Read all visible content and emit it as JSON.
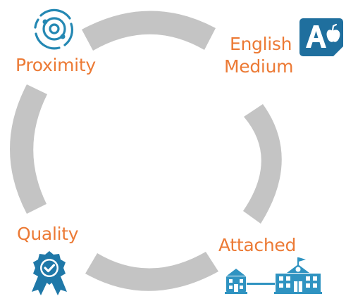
{
  "labels": {
    "proximity": "Proximity",
    "english": "English",
    "medium": "Medium",
    "quality": "Quality",
    "attached": "Attached"
  },
  "colors": {
    "accent": "#ec7a35",
    "icon_blue": "#1f78a8",
    "icon_teal": "#2488b3",
    "arc_gray": "#c4c4c4"
  },
  "icons": {
    "proximity": "orbit-target-icon",
    "english_medium": "language-badge-icon",
    "quality": "award-ribbon-check-icon",
    "attached": "school-buildings-connected-icon"
  }
}
